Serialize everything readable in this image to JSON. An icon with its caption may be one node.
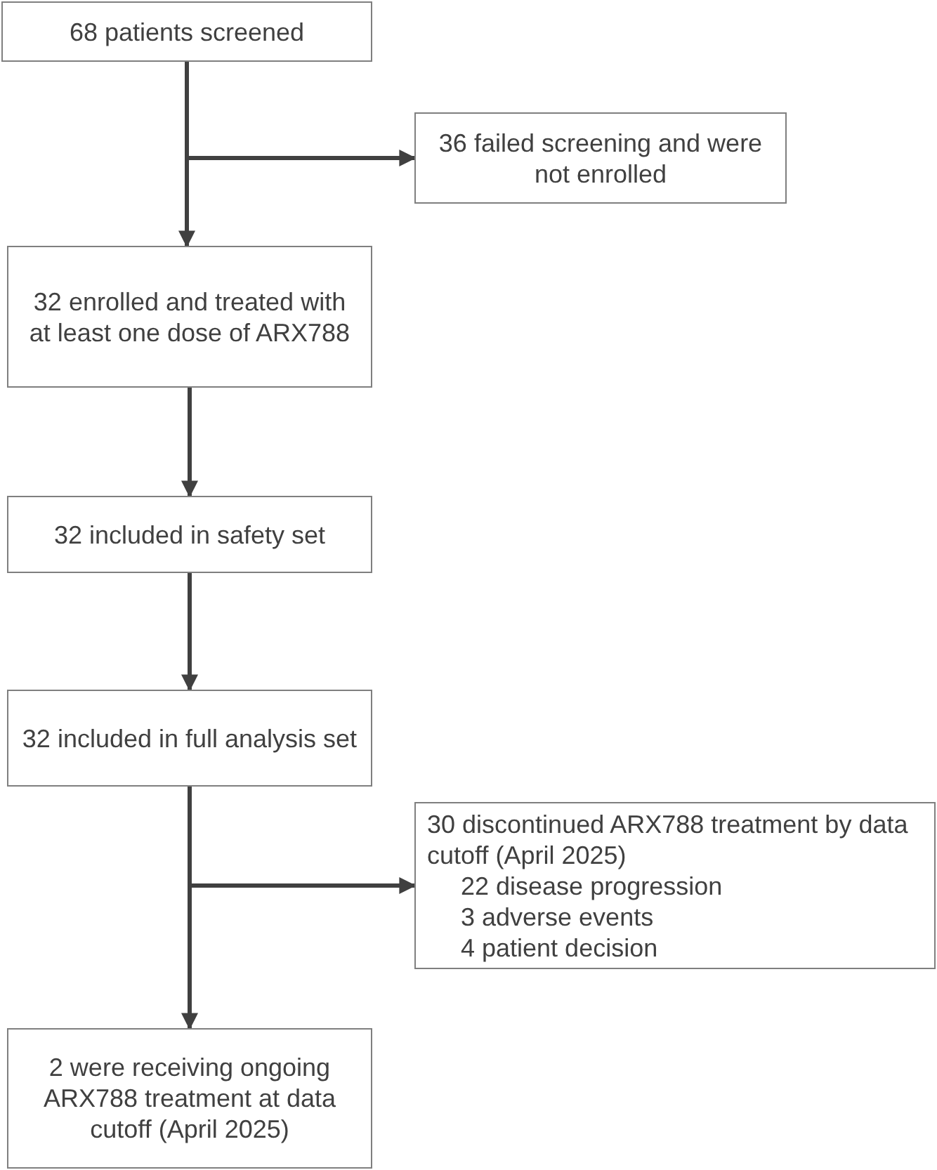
{
  "diagram": {
    "nodes": [
      {
        "text": [
          "68 patients screened"
        ]
      },
      {
        "text": [
          "36 failed screening and were not enrolled"
        ]
      },
      {
        "text": [
          "32 enrolled and treated with at least one dose of ARX788"
        ]
      },
      {
        "text": [
          "32 included in safety set"
        ]
      },
      {
        "text": [
          "32 included in full analysis set"
        ]
      },
      {
        "text": [
          "30 discontinued ARX788 treatment by data cutoff (April 2025)",
          "22 disease progression",
          "3 adverse events",
          "4 patient decision"
        ]
      },
      {
        "text": [
          "2 were receiving ongoing ARX788 treatment at data cutoff (April 2025)"
        ]
      }
    ],
    "edges": [
      {
        "from": 0,
        "to": 1,
        "arrow": "to"
      },
      {
        "from": 0,
        "to": 2,
        "arrow": "to"
      },
      {
        "from": 2,
        "to": 3,
        "arrow": "to"
      },
      {
        "from": 3,
        "to": 4,
        "arrow": "to"
      },
      {
        "from": 4,
        "to": 5,
        "arrow": "to"
      },
      {
        "from": 4,
        "to": 6,
        "arrow": "to"
      }
    ]
  }
}
